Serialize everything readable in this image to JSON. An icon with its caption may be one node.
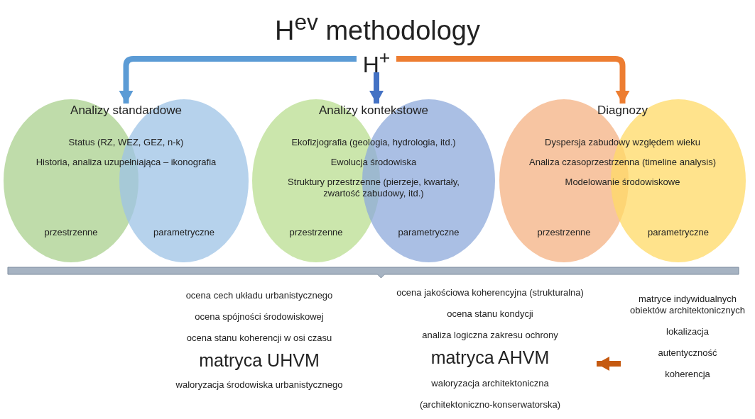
{
  "diagram": {
    "title": "H$^{ev}$ methodology",
    "nodes": [
      {
        "text": [
          "H$^{+}$"
        ]
      },
      {
        "text": [
          "Analizy standardowe",
          "Status (RZ, WEZ, GEZ, n-k)",
          "Historia, analiza uzupełniająca – ikonografia"
        ]
      },
      {
        "text": [
          "przestrzenne"
        ]
      },
      {
        "text": [
          "parametryczne"
        ]
      },
      {
        "text": [
          "Analizy kontekstowe",
          "Ekofizjografia (geologia, hydrologia, itd.)",
          "Ewolucja środowiska",
          "Struktury przestrzenne (pierzeje, kwartały, zwartość zabudowy, itd.)"
        ]
      },
      {
        "text": [
          "przestrzenne"
        ]
      },
      {
        "text": [
          "parametryczne"
        ]
      },
      {
        "text": [
          "Diagnozy",
          "Dyspersja zabudowy względem wieku",
          "Analiza czasoprzestrzenna (timeline analysis)",
          "Modelowanie środowiskowe"
        ]
      },
      {
        "text": [
          "przestrzenne"
        ]
      },
      {
        "text": [
          "parametryczne"
        ]
      },
      {
        "text": [],
        "shape": "bar"
      },
      {
        "text": [
          "ocena jakościowa koherencyjna (strukturalna)",
          "ocena stanu kondycji",
          "analiza logiczna zakresu ochrony",
          "matryca AHVM",
          "waloryzacja architektoniczna",
          "(architektoniczno-konserwatorska)"
        ]
      },
      {
        "text": [
          "matryce indywidualnych obiektów architektonicznych",
          "lokalizacja",
          "autentyczność",
          "koherencja"
        ]
      }
    ],
    "edges": [
      {
        "from": 0,
        "to": 1,
        "arrow": "to",
        "color": "#5b9bd5"
      },
      {
        "from": 0,
        "to": 4,
        "arrow": "to",
        "color": "#4472c4"
      },
      {
        "from": 0,
        "to": 7,
        "arrow": "to",
        "color": "#ed7d31"
      },
      {
        "from": 12,
        "to": 11,
        "arrow": "to",
        "color": "#c55a11"
      }
    ],
    "labels": [
      "ocena cech układu urbanistycznego",
      "ocena spójności środowiskowej",
      "ocena stanu koherencji w osi czasu",
      "matryca UHVM",
      "waloryzacja środowiska urbanistycznego"
    ]
  }
}
